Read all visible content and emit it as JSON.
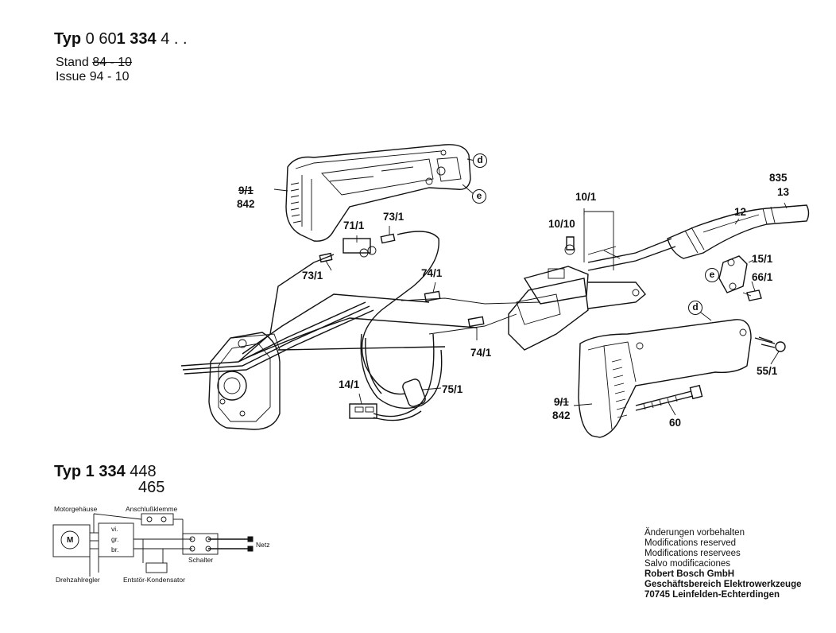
{
  "header": {
    "typ_prefix": "Typ",
    "typ_number_light": "0 60",
    "typ_number_bold": "1 334",
    "typ_suffix": "4 . .",
    "stand_label": "Stand",
    "stand_value": "84 - 10",
    "issue_label": "Issue",
    "issue_value": "94 - 10"
  },
  "parts": {
    "p9_1_top": "9/1",
    "p842_top": "842",
    "p71_1": "71/1",
    "p73_1_a": "73/1",
    "p73_1_b": "73/1",
    "p74_1_a": "74/1",
    "p74_1_b": "74/1",
    "p10_1": "10/1",
    "p10_10": "10/10",
    "p835": "835",
    "p13": "13",
    "p12": "12",
    "p15_1": "15/1",
    "p66_1": "66/1",
    "p55_1": "55/1",
    "p14_1": "14/1",
    "p75_1": "75/1",
    "p9_1_bottom": "9/1",
    "p842_bottom": "842",
    "p60": "60",
    "callout_d_top": "d",
    "callout_e_top": "e",
    "callout_e_mid": "e",
    "callout_d_mid": "d"
  },
  "variant": {
    "typ_label": "Typ",
    "typ_bold": "1 334",
    "typ_a": "448",
    "typ_b": "465"
  },
  "schematic": {
    "motorgehaeuse": "Motorgehäuse",
    "anschlussklemme": "Anschlußklemme",
    "motor_symbol": "M",
    "vi": "vi.",
    "gr": "gr.",
    "br": "br.",
    "netz": "Netz",
    "schalter": "Schalter",
    "drehzahlregler": "Drehzahlregler",
    "entstoer": "Entstör-Kondensator"
  },
  "footer": {
    "line1": "Änderungen vorbehalten",
    "line2": "Modifications reserved",
    "line3": "Modifications reservees",
    "line4": "Salvo modificaciones",
    "company": "Robert Bosch GmbH",
    "division": "Geschäftsbereich Elektrowerkzeuge",
    "address": "70745 Leinfelden-Echterdingen"
  }
}
